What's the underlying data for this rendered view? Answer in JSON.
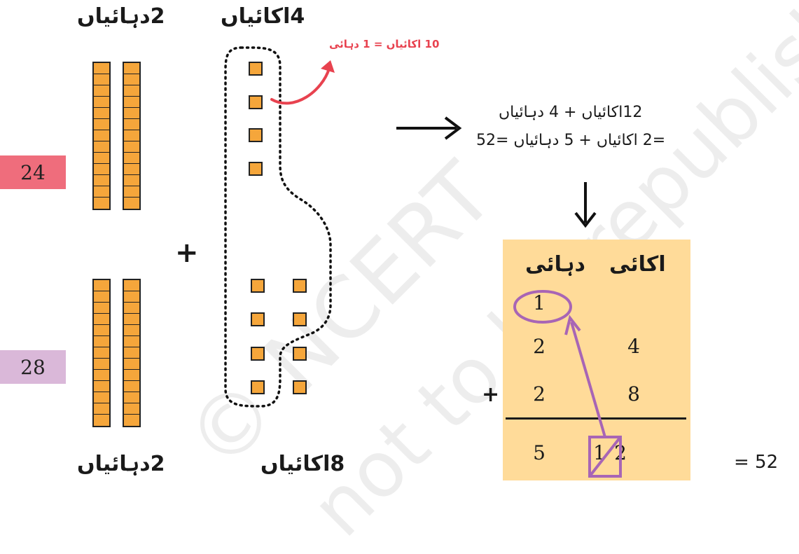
{
  "headings": {
    "tens_top": "2دہائیاں",
    "units_top": "4اکائیاں",
    "tens_bottom": "2دہائیاں",
    "units_bottom": "8اکائیاں"
  },
  "numbers": {
    "first": "24",
    "second": "28"
  },
  "annotation": {
    "regroup": "10 اکائیاں = 1 دہائی"
  },
  "equation": {
    "line1": "12اکائیاں + 4 دہائیاں",
    "line2": "=2 اکائیاں + 5 دہائیاں =52"
  },
  "table": {
    "header_tens": "دہائی",
    "header_units": "اکائی",
    "carry": "1",
    "row1": {
      "tens": "2",
      "units": "4"
    },
    "row2": {
      "tens": "2",
      "units": "8"
    },
    "operator": "+",
    "result": {
      "tens": "5",
      "units_crossed": "1",
      "units": "2"
    }
  },
  "plus_sign": "+",
  "result_text": "= 52",
  "watermarks": [
    "© NCERT",
    "not to be republished"
  ],
  "colors": {
    "block": "#f5a63b",
    "box_24": "#ef6d7c",
    "box_28": "#dab8d9",
    "table_bg": "#ffdb99",
    "arrow_red": "#e8424f",
    "circle_purple": "#a865b5"
  }
}
